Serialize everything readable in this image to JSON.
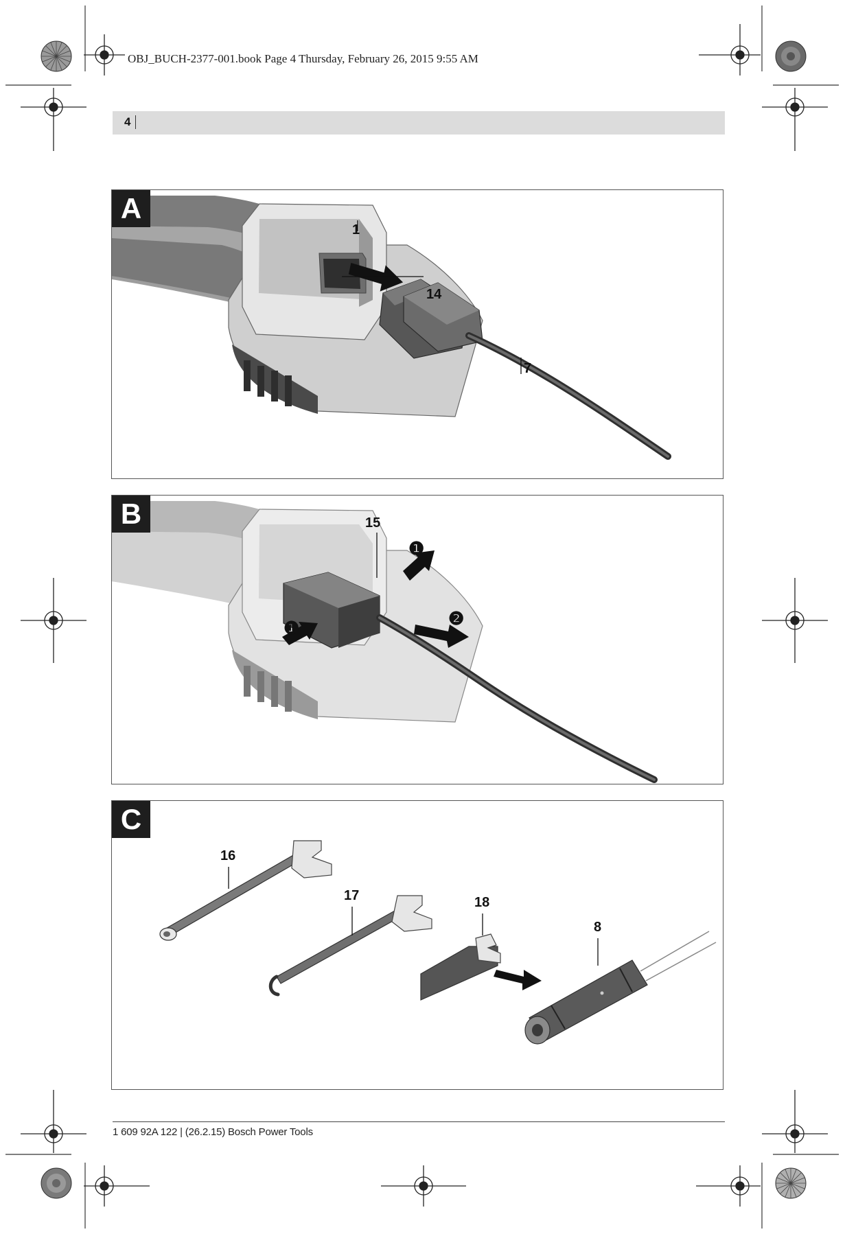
{
  "header": {
    "book_info": "OBJ_BUCH-2377-001.book  Page 4  Thursday, February 26, 2015  9:55 AM"
  },
  "page": {
    "number": "4"
  },
  "panels": [
    {
      "label": "A",
      "callouts": [
        "1",
        "14",
        "7"
      ]
    },
    {
      "label": "B",
      "callouts": [
        "15"
      ],
      "steps": [
        "❶",
        "❶",
        "❷"
      ]
    },
    {
      "label": "C",
      "callouts": [
        "16",
        "17",
        "18",
        "8"
      ]
    }
  ],
  "footer": {
    "text": "1 609 92A 122 | (26.2.15)  Bosch Power Tools"
  },
  "colors": {
    "panel_label_bg": "#1e1e1e",
    "page_bar": "#dcdcdc",
    "housing_light": "#d6d6d6",
    "housing_dark": "#8a8a8a",
    "connector": "#505050"
  }
}
